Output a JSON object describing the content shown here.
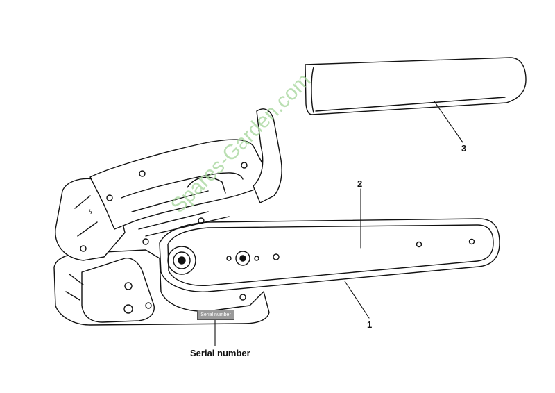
{
  "labels": {
    "bar": "1",
    "chain": "2",
    "cover": "3",
    "serial_caption": "Serial number",
    "serial_plate": "Serial number"
  },
  "watermark": "Spares-Garden.com",
  "colors": {
    "line": "#111111",
    "plate": "#9a9a9a",
    "watermark": "#a9d8a0"
  }
}
